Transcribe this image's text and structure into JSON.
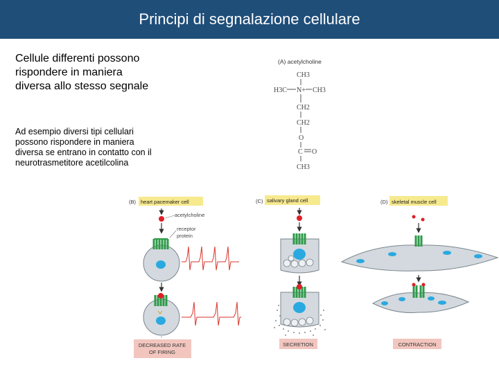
{
  "title": "Principi di segnalazione cellulare",
  "lead_text": "Cellule differenti possono rispondere in maniera diversa allo stesso segnale",
  "body_text": "Ad esempio diversi tipi cellulari possono rispondere in maniera diversa se entrano in contatto con il neurotrasmetitore acetilcolina",
  "figure": {
    "panel_a": {
      "label": "(A) acetylcholine",
      "atoms": {
        "top_methyl": "CH3",
        "left_methyl": "H3C",
        "nitrogen": "N+",
        "right_methyl": "CH3",
        "ch2_1": "CH2",
        "ch2_2": "CH2",
        "oxygen_link": "O",
        "carbonyl_c": "C",
        "carbonyl_o": "O",
        "bottom_methyl": "CH3"
      }
    },
    "panel_b": {
      "letter": "(B)",
      "title": "heart pacemaker cell",
      "acetylcholine_label": "acetylcholine",
      "receptor_label_1": "receptor",
      "receptor_label_2": "protein",
      "result_1": "DECREASED RATE",
      "result_2": "OF FIRING"
    },
    "panel_c": {
      "letter": "(C)",
      "title": "salivary gland cell",
      "result": "SECRETION"
    },
    "panel_d": {
      "letter": "(D)",
      "title": "skeletal muscle cell",
      "result": "CONTRACTION"
    },
    "colors": {
      "title_bar": "#1f4e79",
      "highlight": "#f7e98e",
      "result_box": "#f2c6bf",
      "cell_fill": "#d3d9de",
      "nucleus": "#2aa9e0",
      "receptor": "#2e9a48",
      "ligand": "#e01f26",
      "trace": "#d9342b"
    }
  }
}
